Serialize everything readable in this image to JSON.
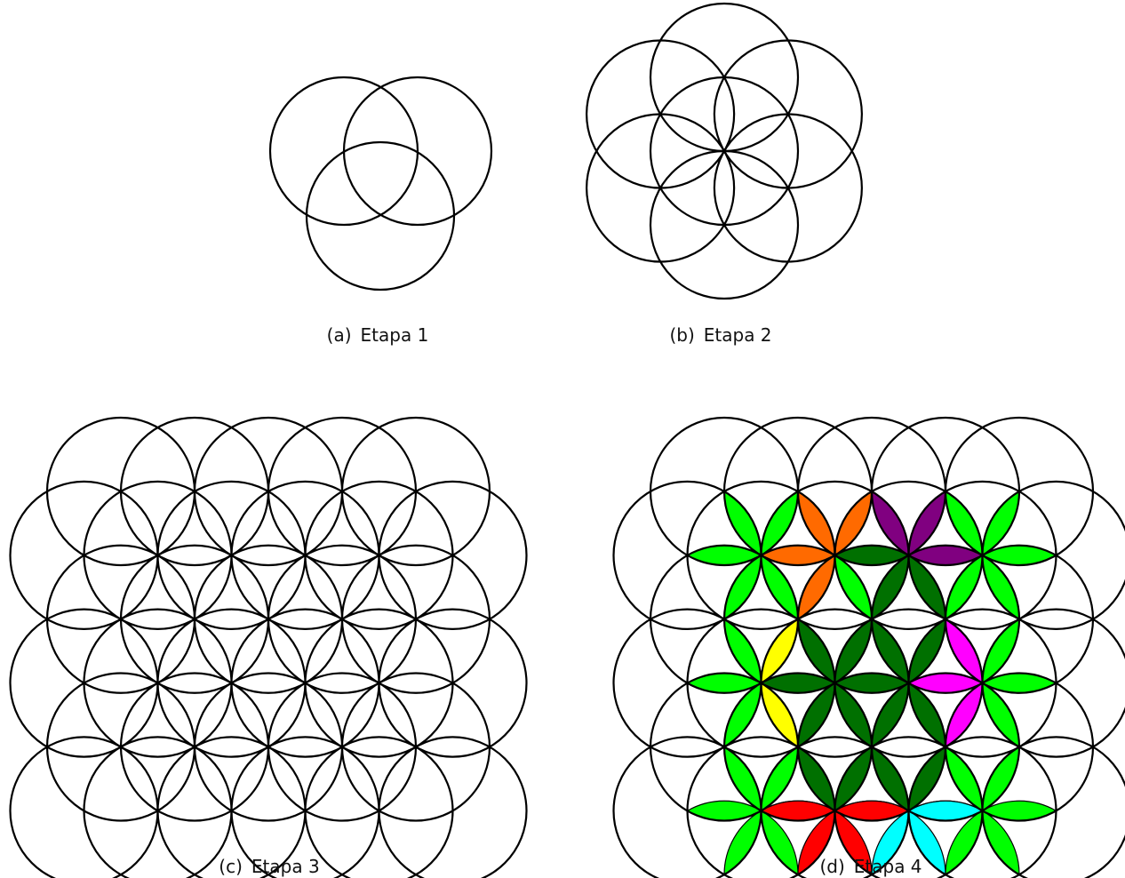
{
  "panels": [
    {
      "id": "a",
      "label": "(a)",
      "title": "Etapa 1"
    },
    {
      "id": "b",
      "label": "(b)",
      "title": "Etapa 2"
    },
    {
      "id": "c",
      "label": "(c)",
      "title": "Etapa 3"
    },
    {
      "id": "d",
      "label": "(d)",
      "title": "Etapa 4"
    }
  ],
  "colors": {
    "stroke": "#000000",
    "light_green": "#00ff00",
    "dark_green": "#007000",
    "orange": "#ff6a00",
    "purple": "#800080",
    "yellow": "#ffff00",
    "magenta": "#ff00ff",
    "red": "#ff0000",
    "cyan": "#00ffff"
  }
}
